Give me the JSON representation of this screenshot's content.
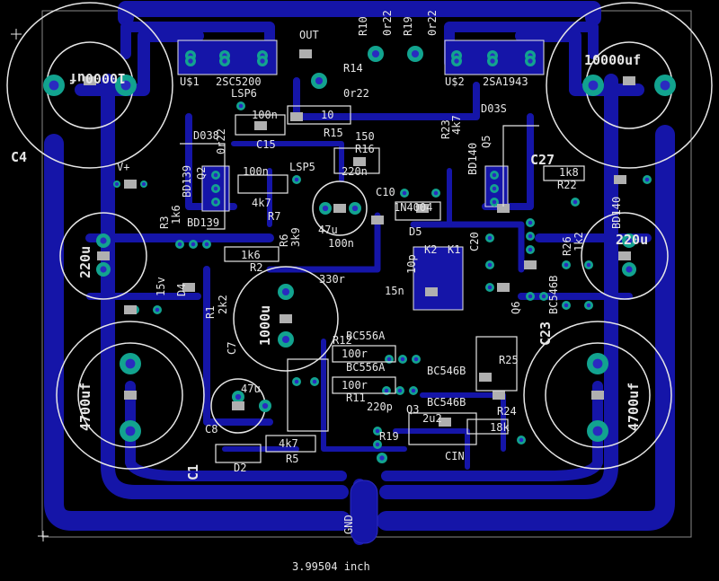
{
  "board": {
    "dimension_label": "3.99504 inch",
    "colors": {
      "background": "#000000",
      "copper_bottom": "#1515a8",
      "silkscreen": "#e6e6e6",
      "pad_outer": "#12a38f",
      "pad_inner": "#2a2ac0",
      "smd": "#b0b0b0",
      "outline": "#aaaaaa"
    }
  },
  "capacitors": {
    "big_tl": "10000uf",
    "big_tr": "10000uf",
    "big_bl": "4700uf",
    "big_br": "4700uf",
    "c220_left": "220u",
    "c220_right": "220u",
    "c1000": "1000u",
    "c47_top": "47u",
    "c47_bottom": "47u"
  },
  "labels": {
    "c4": "C4",
    "c1": "C1",
    "c27": "C27",
    "c23": "C23",
    "c8": "C8",
    "c7": "C7",
    "c15": "C15",
    "c10": "C10",
    "c20": "C20",
    "cin": "CIN",
    "u1": "U$1",
    "u2": "U$2",
    "q_2sc5200": "2SC5200",
    "q_2sa1943": "2SA1943",
    "out": "OUT",
    "r10": "R10",
    "r19": "R19",
    "r10_val": "0r22",
    "r19_val": "0r22",
    "r14": "R14",
    "r14_val": "0r22",
    "lsp6": "LSP6",
    "lsp5": "LSP5",
    "r_10": "10",
    "r15": "R15",
    "r16": "R16",
    "r16_val": "150",
    "c_220n": "220n",
    "c_100n_a": "100n",
    "c_100n_b": "100n",
    "c_100n_c": "100n",
    "r7": "R7",
    "r7_val": "4k7",
    "r6": "R6",
    "r6_val": "3k9",
    "r2": "R2",
    "r2_val": "1k6",
    "r3": "R3",
    "r3_val": "1k6",
    "r1": "R1",
    "r1_val": "2k2",
    "bd139_a": "BD139",
    "bd139_b": "BD139",
    "bd140_a": "BD140",
    "bd140_b": "BD140",
    "d038": "D038",
    "d03s": "D03S",
    "q2": "Q2",
    "q5": "Q5",
    "q6": "Q6",
    "q3": "Q3",
    "d5": "D5",
    "d4": "D4",
    "d2": "D2",
    "d1n4004": "1N4004",
    "z15v": "15v",
    "r22": "R22",
    "r22_val": "1k8",
    "r23": "R23",
    "r23_val": "4k7",
    "r26": "R26",
    "r26_val": "1k2",
    "r25": "R25",
    "r24": "R24",
    "r24_val": "18k",
    "r12": "R12",
    "r12_val": "100r",
    "r11": "R11",
    "r11_val": "100r",
    "r5": "R5",
    "r5_val": "4k7",
    "r19b": "R19",
    "r_330": "330r",
    "r_10p": "10p",
    "r_15n": "15n",
    "bc556_a": "BC556A",
    "bc556_b": "BC556A",
    "bc546_a": "BC546B",
    "bc546_b": "BC546B",
    "bc546_c": "BC546B",
    "c_220p": "220p",
    "c_2u2": "2u2",
    "v_plus": "V+",
    "gnd": "GND",
    "k1": "K1",
    "k2": "K2",
    "ot": "0r22"
  }
}
